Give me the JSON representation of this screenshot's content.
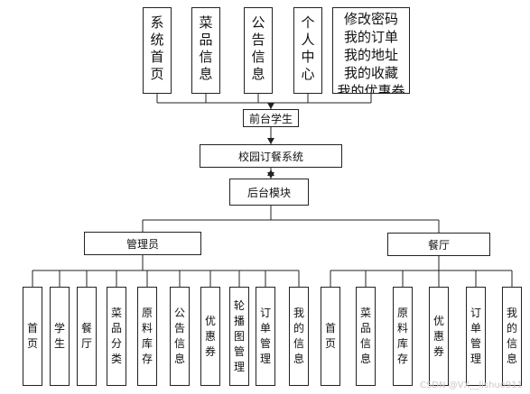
{
  "top_items": [
    "系统首页",
    "菜品信息",
    "公告信息",
    "个人中心"
  ],
  "personal_center_items": [
    "修改密码",
    "我的订单",
    "我的地址",
    "我的收藏",
    "我的优惠券"
  ],
  "frontend_node": "前台学生",
  "system_node": "校园订餐系统",
  "backend_node": "后台模块",
  "admin_node": "管理员",
  "restaurant_node": "餐厅",
  "admin_items": [
    "首页",
    "学生",
    "餐厅",
    "菜品分类",
    "原料库存",
    "公告信息",
    "优惠券",
    "轮播图管理",
    "订单管理",
    "我的信息"
  ],
  "restaurant_items": [
    "首页",
    "菜品信息",
    "原料库存",
    "优惠券",
    "订单管理",
    "我的信息"
  ],
  "watermark": "CSDN @VX__lishuo911",
  "colors": {
    "line": "#222222",
    "box_border": "#222222",
    "text": "#111111"
  }
}
